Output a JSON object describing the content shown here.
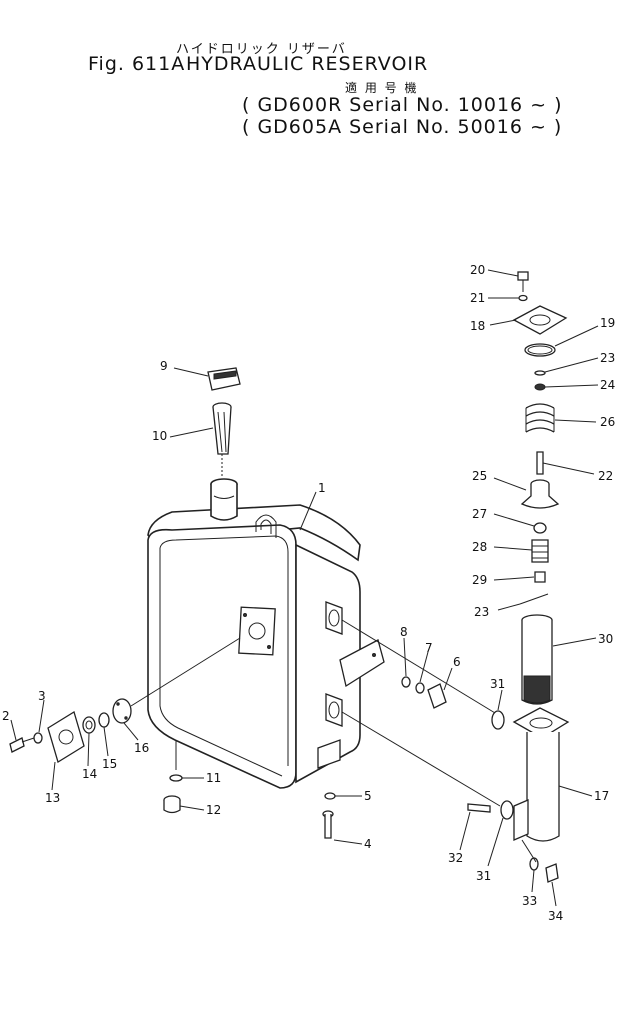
{
  "header": {
    "jp_title": "ハイドロリック リザーバ",
    "fig_number": "Fig. 611A",
    "title": "HYDRAULIC RESERVOIR",
    "applicable_label": "適 用 号 機",
    "serial_lines": [
      "( GD600R  Serial  No. 10016 ~ )",
      "( GD605A  Serial  No. 50016 ~ )"
    ]
  },
  "diagram": {
    "callouts": [
      "1",
      "2",
      "3",
      "4",
      "5",
      "6",
      "7",
      "8",
      "9",
      "10",
      "11",
      "12",
      "13",
      "14",
      "15",
      "16",
      "17",
      "18",
      "19",
      "20",
      "21",
      "22",
      "23",
      "23",
      "24",
      "25",
      "26",
      "27",
      "28",
      "29",
      "30",
      "31",
      "31",
      "32",
      "33",
      "34"
    ]
  }
}
